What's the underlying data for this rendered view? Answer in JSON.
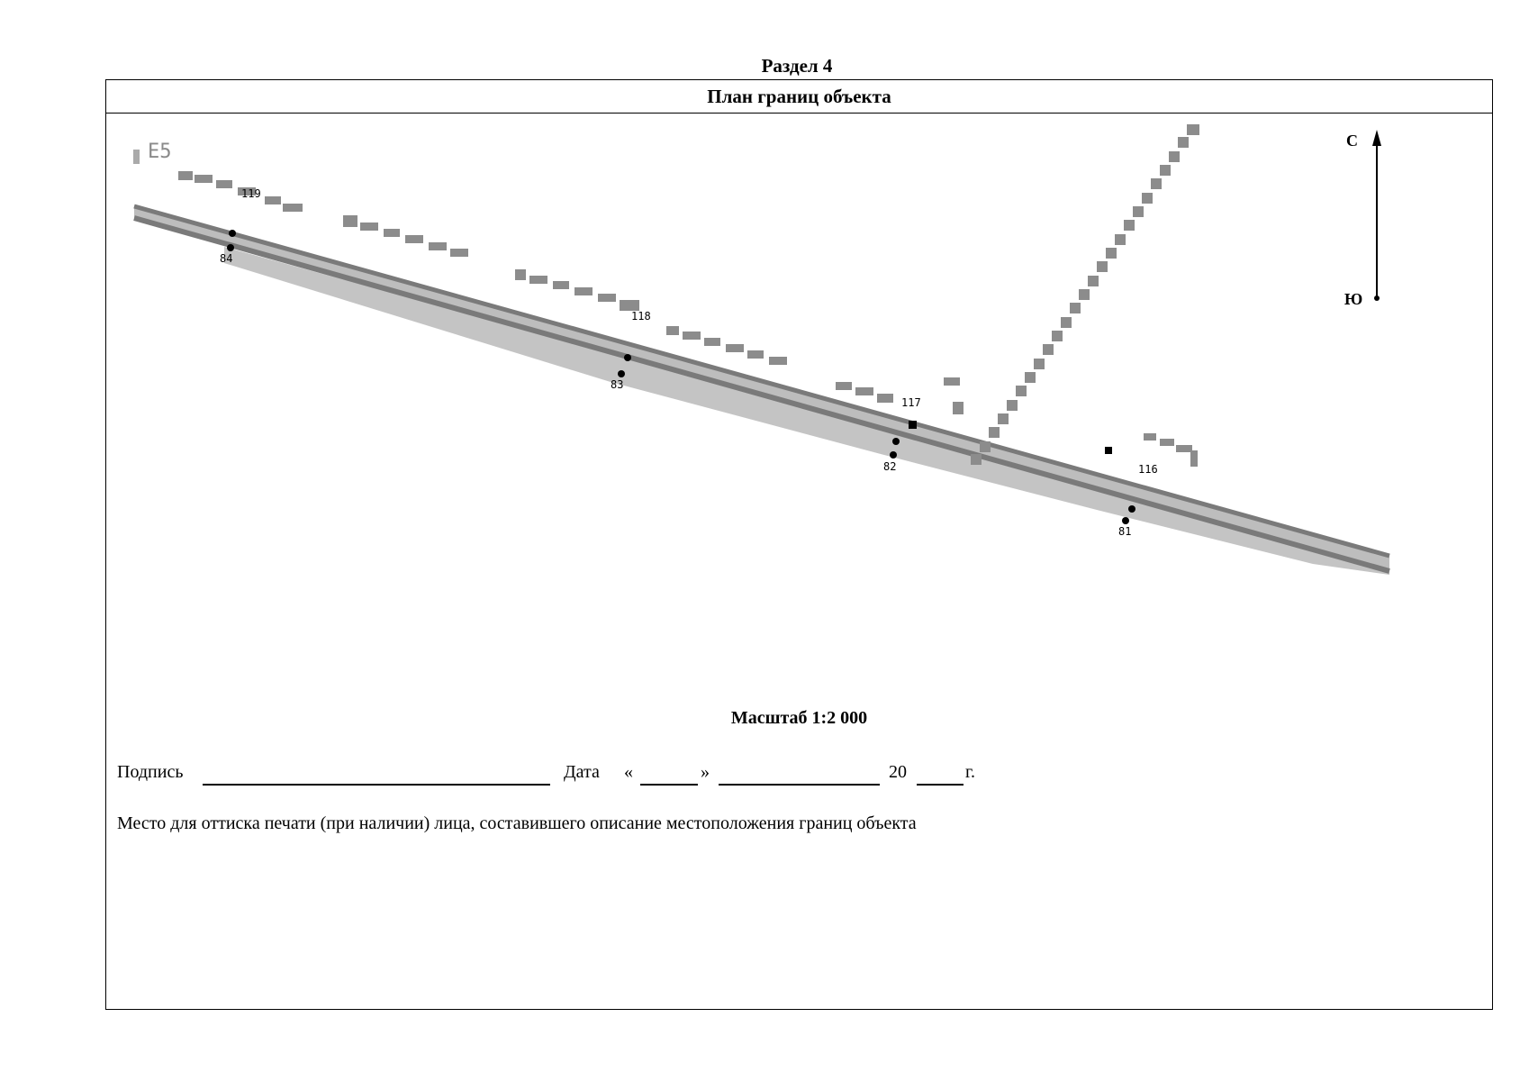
{
  "section": {
    "title": "Раздел 4"
  },
  "table": {
    "header": "План границ объекта"
  },
  "map": {
    "sheet_label": "E5",
    "compass": {
      "north": "С",
      "south": "Ю"
    },
    "point_labels": {
      "p84": "84",
      "p83": "83",
      "p82": "82",
      "p81": "81",
      "p116": "116",
      "p117": "117",
      "p118": "118",
      "p119": "119"
    },
    "colors": {
      "boundary": "#7a7a7a",
      "fill": "#bdbdbd",
      "dashes": "#8c8c8c",
      "points": "#000000"
    }
  },
  "scale": {
    "label": "Масштаб 1:2 000"
  },
  "signature": {
    "label": "Подпись",
    "date_label": "Дата",
    "quote_open": "«",
    "quote_close": "»",
    "year_prefix": "20",
    "year_suffix": "г."
  },
  "stamp": {
    "text": "Место для оттиска печати (при наличии) лица, составившего описание местоположения границ объекта"
  }
}
